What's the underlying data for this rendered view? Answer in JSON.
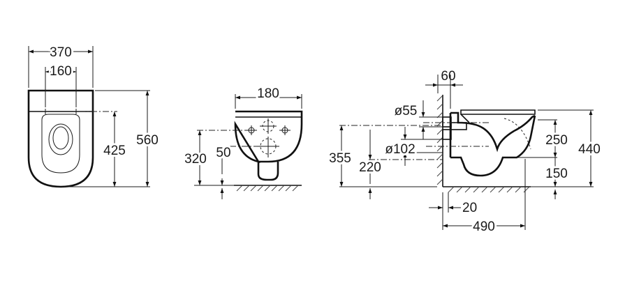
{
  "front_view": {
    "width_total": "370",
    "width_fixing": "160",
    "height_fixing": "425",
    "height_total": "560"
  },
  "side_view": {
    "width_fixing": "180",
    "height_floor_to_inlet": "320",
    "height_inlet": "50"
  },
  "section_view": {
    "wall_offset": "60",
    "inlet_diameter": "ø55",
    "outlet_diameter": "ø102",
    "height_outlet_axis": "355",
    "height_outlet_bottom": "220",
    "height_rim_to_pan": "250",
    "height_total": "440",
    "height_bottom": "150",
    "wall_gap": "20",
    "projection": "490"
  }
}
